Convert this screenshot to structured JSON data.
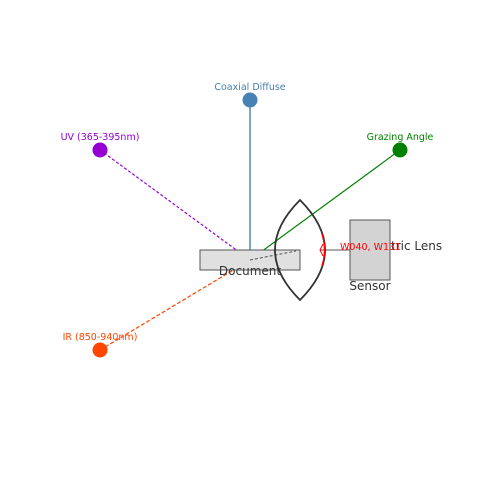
{
  "sources": {
    "coaxial": {
      "label": "Coaxial Diffuse",
      "color": "#4682b4"
    },
    "uv": {
      "label": "UV (365-395nm)",
      "color": "#9400d3"
    },
    "grazing": {
      "label": "Grazing Angle",
      "color": "#008000"
    },
    "ir": {
      "label": "IR (850-940nm)",
      "color": "#ff4500"
    }
  },
  "document": {
    "label": "Document",
    "fill": "#e0e0e0"
  },
  "lens": {
    "label": "tric Lens",
    "overlay_label": "W040, W131",
    "aberration_color": "#ff0000"
  },
  "sensor": {
    "label": "Sensor",
    "fill": "#d3d3d3"
  }
}
